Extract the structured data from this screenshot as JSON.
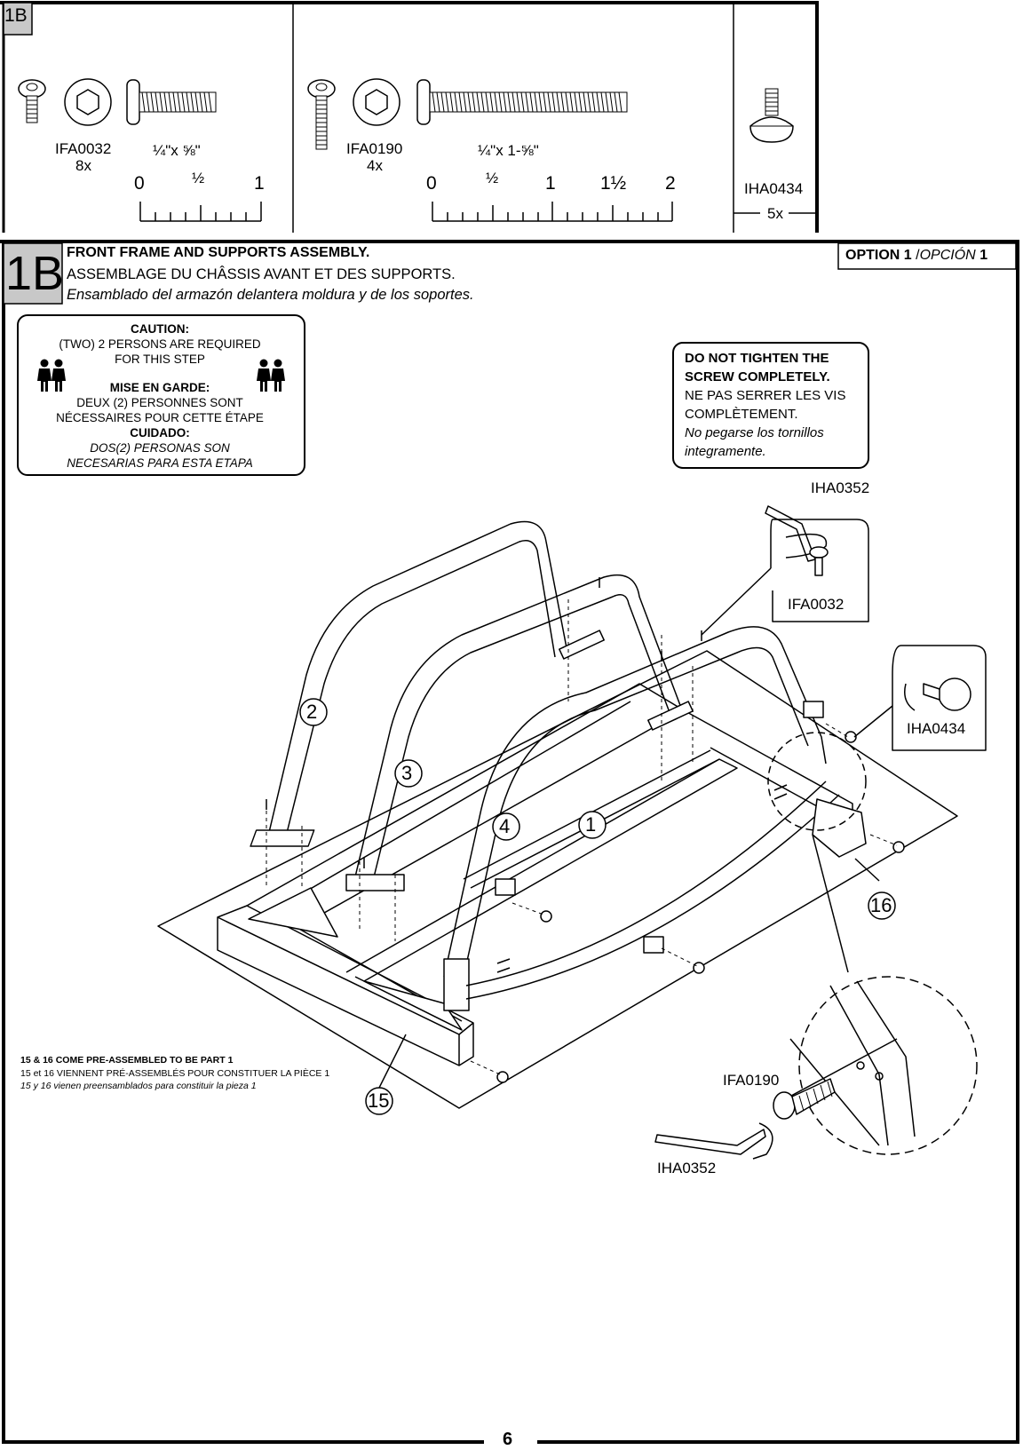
{
  "hardware": {
    "step_tag": "1B",
    "items": [
      {
        "code": "IFA0032",
        "qty": "8x",
        "size_whole": "¼",
        "size_text": "\"x ⅝\""
      },
      {
        "code": "IFA0190",
        "qty": "4x",
        "size_text": "¼\"x 1-⅝\""
      },
      {
        "code": "IHA0434",
        "qty": "5x"
      }
    ],
    "ruler_small": [
      "0",
      "½",
      "1"
    ],
    "ruler_large": [
      "0",
      "½",
      "1",
      "1½",
      "2"
    ]
  },
  "step": {
    "number": "1B",
    "title_en": "FRONT FRAME AND SUPPORTS ASSEMBLY.",
    "title_fr": "ASSEMBLAGE DU CHÂSSIS AVANT ET DES SUPPORTS.",
    "title_es": "Ensamblado del armazón delantera moldura y de los soportes.",
    "option_en": "OPTION",
    "option_num": "1",
    "option_es": "OPCIÓN",
    "option_sep": "/"
  },
  "caution": {
    "en_head": "CAUTION:",
    "en_line1": "(TWO) 2 PERSONS ARE REQUIRED",
    "en_line2": "FOR THIS STEP",
    "fr_head": "MISE EN GARDE:",
    "fr_line1": "DEUX (2) PERSONNES SONT",
    "fr_line2": "NÉCESSAIRES POUR CETTE ÉTAPE",
    "es_head": "CUIDADO:",
    "es_line1": "DOS(2) PERSONAS SON",
    "es_line2": "NECESARIAS PARA ESTA ETAPA"
  },
  "warning": {
    "en_line1": "DO NOT TIGHTEN THE",
    "en_line2": "SCREW COMPLETELY.",
    "fr_line1": "NE PAS SERRER LES VIS",
    "fr_line2": "COMPLÈTEMENT.",
    "es_line1": "No pegarse los tornillos",
    "es_line2": "integramente."
  },
  "callouts": {
    "hex_key_top": "IHA0352",
    "screw_top": "IFA0032",
    "cap": "IHA0434",
    "bolt_detail": "IFA0190",
    "hex_key_bottom": "IHA0352"
  },
  "parts": [
    "1",
    "2",
    "3",
    "4",
    "15",
    "16"
  ],
  "note": {
    "en": "15 & 16 COME PRE-ASSEMBLED TO BE PART 1",
    "fr": "15 et 16 VIENNENT PRÉ-ASSEMBLÉS POUR CONSTITUER LA PIÈCE 1",
    "es": "15 y 16 vienen preensamblados para constituir la pieza 1"
  },
  "page_number": "6"
}
